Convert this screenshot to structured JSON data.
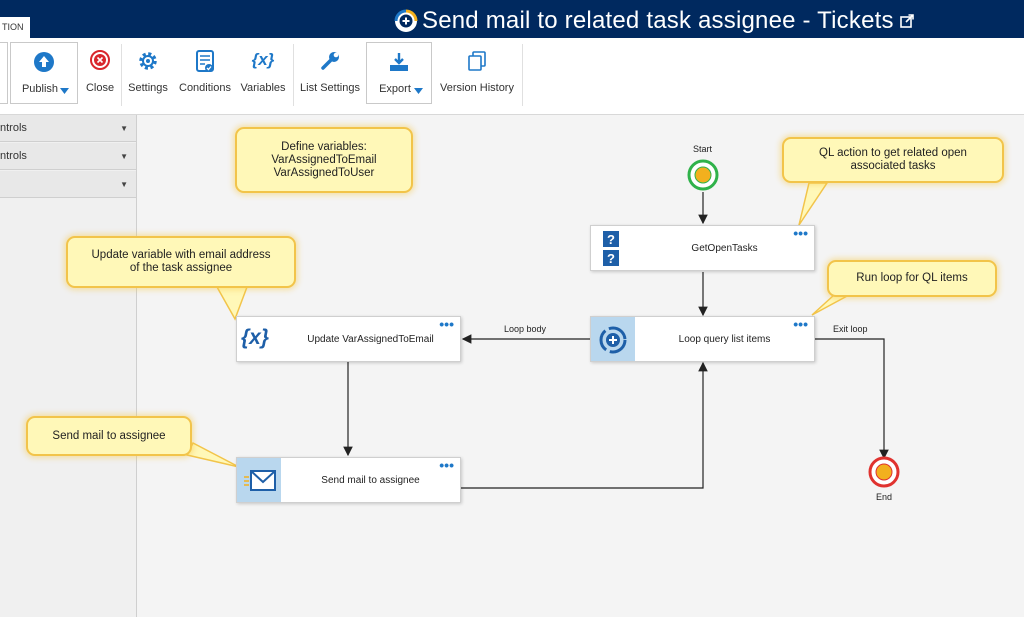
{
  "app_tab": "TION",
  "title": "Send mail to related task assignee - Tickets",
  "ribbon": {
    "publish": "Publish",
    "close": "Close",
    "settings": "Settings",
    "conditions": "Conditions",
    "variables": "Variables",
    "list_settings": "List Settings",
    "export": "Export",
    "version_history": "Version History"
  },
  "sidebar": {
    "items": [
      {
        "label": "ntrols"
      },
      {
        "label": "ntrols"
      },
      {
        "label": ""
      }
    ]
  },
  "diagram": {
    "start": "Start",
    "end": "End",
    "nodes": {
      "get_open_tasks": "GetOpenTasks",
      "loop": "Loop query list items",
      "update_var": "Update VarAssignedToEmail",
      "send_mail": "Send mail to assignee"
    },
    "edges": {
      "loop_body": "Loop body",
      "exit_loop": "Exit loop"
    },
    "callouts": {
      "variables_line1": "Define variables:",
      "variables_line2": "VarAssignedToEmail",
      "variables_line3": "VarAssignedToUser",
      "ql_action_line1": "QL action to get related open",
      "ql_action_line2": "associated tasks",
      "run_loop": "Run loop for QL items",
      "update_var_line1": "Update variable with email address",
      "update_var_line2": "of the task assignee",
      "send_mail": "Send mail to assignee"
    }
  },
  "colors": {
    "title_bar": "#00295f",
    "accent_blue": "#1e78c8",
    "close_red": "#d9262c",
    "callout_fill": "#fff8b8",
    "callout_border": "#f2c44a",
    "node_icon_bg": "#b9d7ee",
    "start_green": "#2fb24a",
    "end_red": "#e0322f"
  }
}
